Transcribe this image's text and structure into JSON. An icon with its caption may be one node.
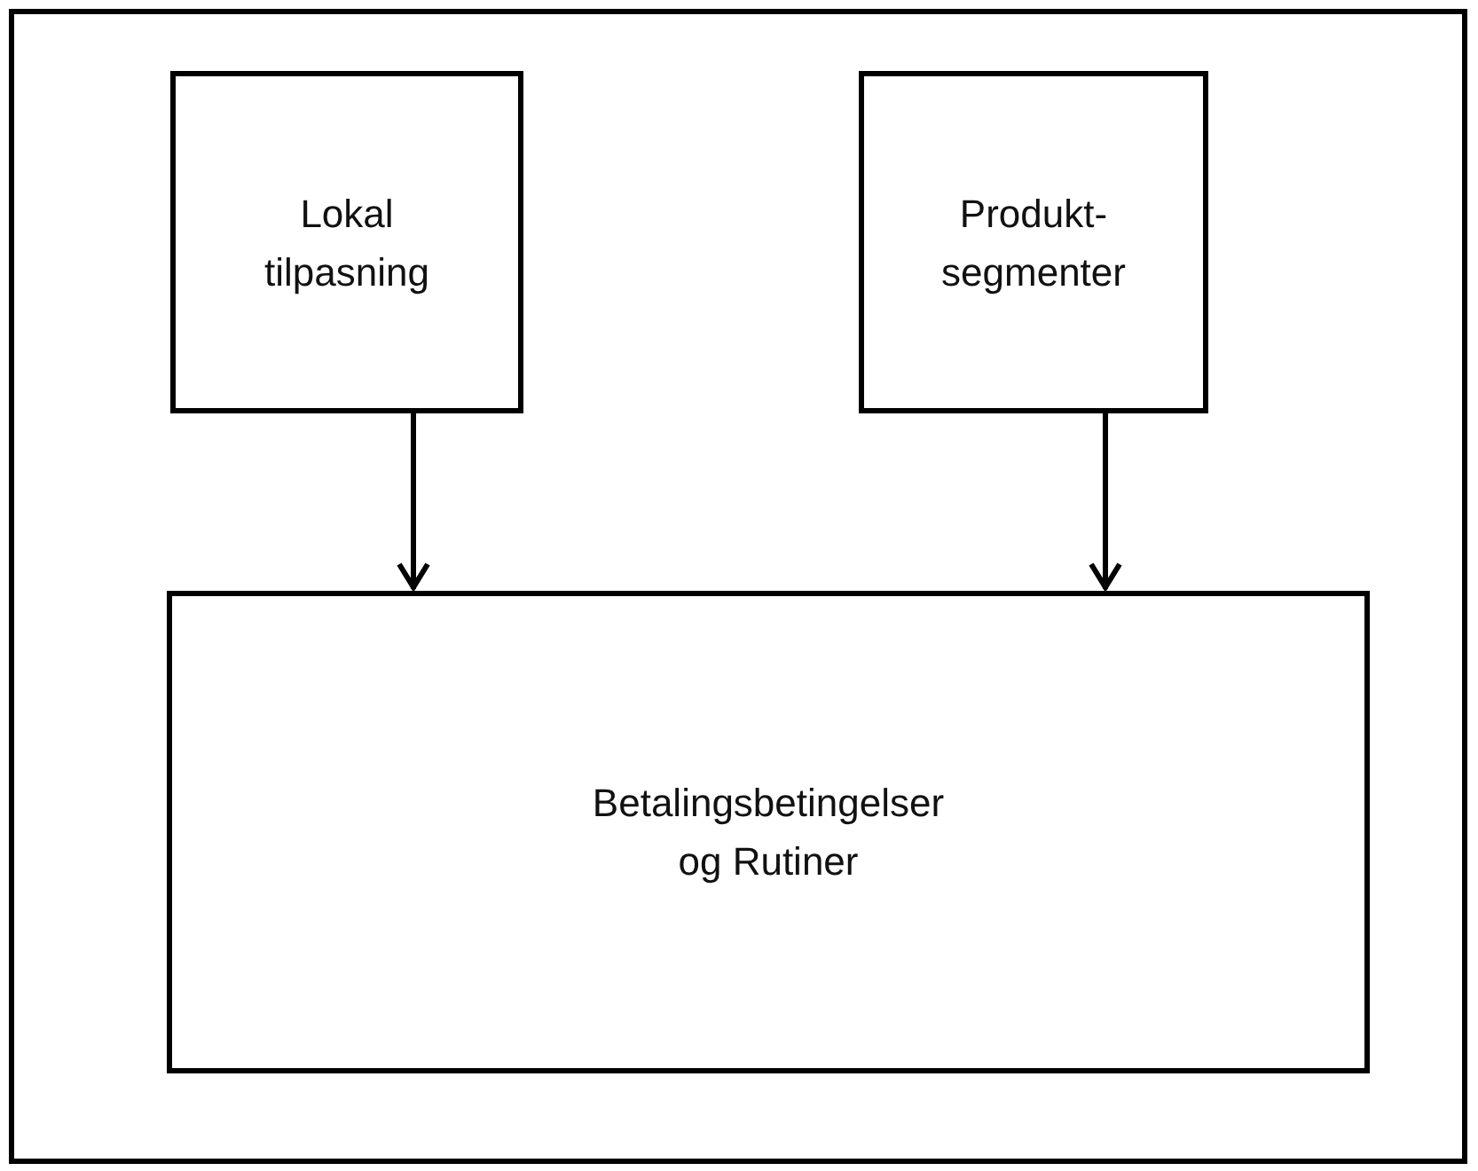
{
  "diagram": {
    "nodes": [
      {
        "text": [
          "Lokal tilpasning"
        ]
      },
      {
        "text": [
          "Produkt-segmenter"
        ]
      },
      {
        "text": [
          "Betalingsbetingelser og Rutiner"
        ]
      }
    ],
    "edges": [
      {
        "from": 0,
        "to": 2,
        "arrow": "to"
      },
      {
        "from": 1,
        "to": 2,
        "arrow": "to"
      }
    ]
  }
}
